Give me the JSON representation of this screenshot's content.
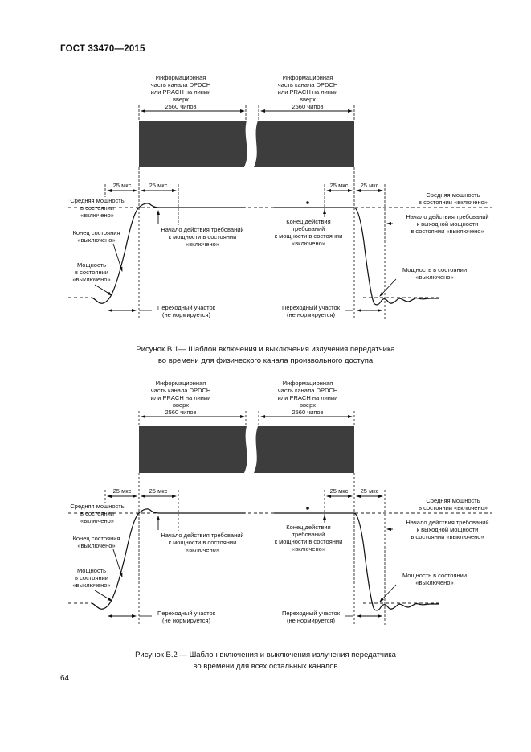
{
  "page": {
    "header": "ГОСТ 33470—2015",
    "number": "64"
  },
  "diagram": {
    "info_block": [
      "Информационная",
      "часть канала DPDCH",
      "или PRACH на линии",
      "вверх",
      "2560 чипов"
    ],
    "us25": "25 мкс",
    "avg_power_left": [
      "Средняя мощность",
      "в состоянии",
      "«включено»"
    ],
    "avg_power_right": [
      "Средняя мощность",
      "в состоянии «включено»"
    ],
    "end_off_state": [
      "Конец состояния",
      "«выключено»"
    ],
    "off_power_left": [
      "Мощность",
      "в состоянии",
      "«выключено»"
    ],
    "on_req_start": [
      "Начало действия требований",
      "к мощности в состоянии",
      "«включено»"
    ],
    "on_req_end": [
      "Конец действия",
      "требований",
      "к мощности в состоянии",
      "«включено»"
    ],
    "off_req_start": [
      "Начало действия требований",
      "к выходной мощности",
      "в состоянии «выключено»"
    ],
    "off_power_right": [
      "Мощность в состоянии",
      "«выключено»"
    ],
    "transition": [
      "Переходный участок",
      "(не нормируется)"
    ],
    "colors": {
      "bar": "#3d3d3d",
      "line": "#111111"
    }
  },
  "figure1": {
    "caption": [
      "Рисунок В.1— Шаблон включения и выключения излучения передатчика",
      "во времени для физического канала произвольного доступа"
    ]
  },
  "figure2": {
    "caption": [
      "Рисунок В.2 — Шаблон включения и выключения излучения передатчика",
      "во времени для всех остальных каналов"
    ]
  }
}
